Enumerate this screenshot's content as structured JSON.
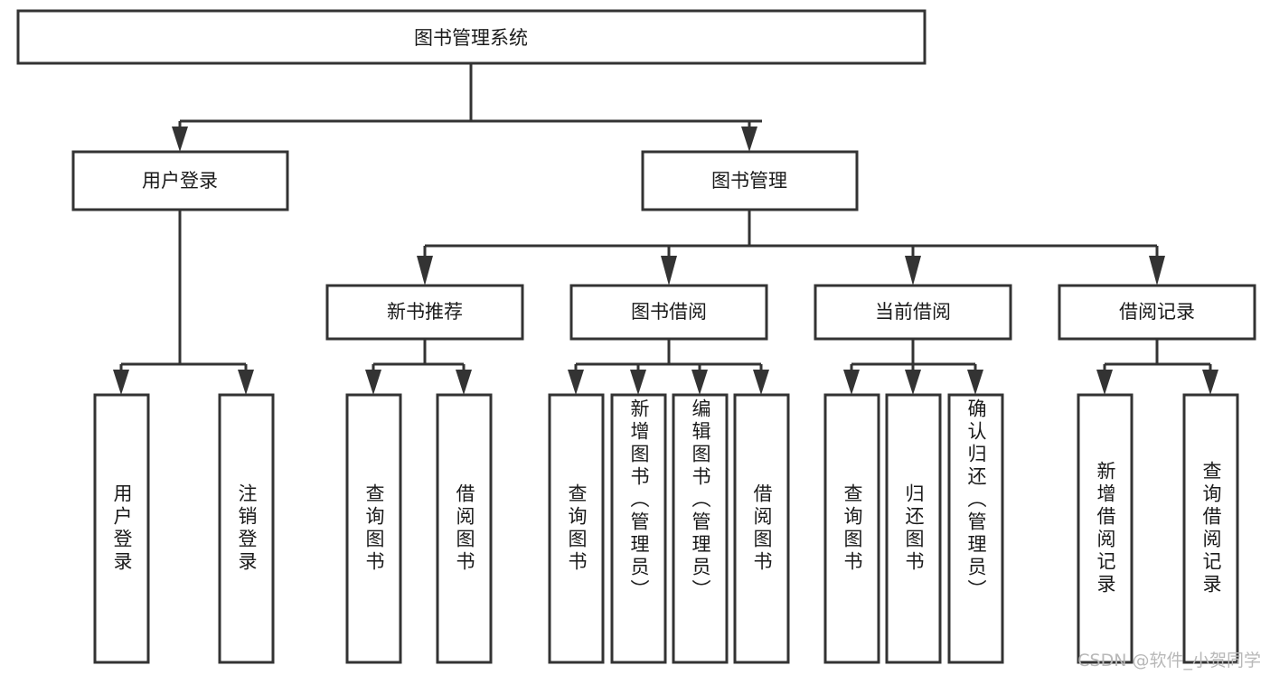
{
  "diagram": {
    "title": "图书管理系统",
    "type": "hierarchy-tree",
    "root": {
      "id": "root",
      "label": "图书管理系统",
      "orientation": "horizontal"
    },
    "level2": [
      {
        "id": "user-login",
        "label": "用户登录",
        "orientation": "horizontal"
      },
      {
        "id": "book-management",
        "label": "图书管理",
        "orientation": "horizontal"
      }
    ],
    "level3": [
      {
        "id": "new-book-recommend",
        "label": "新书推荐",
        "orientation": "horizontal",
        "parent": "book-management"
      },
      {
        "id": "book-borrow",
        "label": "图书借阅",
        "orientation": "horizontal",
        "parent": "book-management"
      },
      {
        "id": "current-borrow",
        "label": "当前借阅",
        "orientation": "horizontal",
        "parent": "book-management"
      },
      {
        "id": "borrow-record",
        "label": "借阅记录",
        "orientation": "horizontal",
        "parent": "book-management"
      }
    ],
    "leaves": [
      {
        "id": "leaf-user-login",
        "label": "用户登录",
        "orientation": "vertical",
        "parent": "user-login"
      },
      {
        "id": "leaf-logout-login",
        "label": "注销登录",
        "orientation": "vertical",
        "parent": "user-login"
      },
      {
        "id": "leaf-query-book-1",
        "label": "查询图书",
        "orientation": "vertical",
        "parent": "new-book-recommend"
      },
      {
        "id": "leaf-borrow-book-1",
        "label": "借阅图书",
        "orientation": "vertical",
        "parent": "new-book-recommend"
      },
      {
        "id": "leaf-query-book-2",
        "label": "查询图书",
        "orientation": "vertical",
        "parent": "book-borrow"
      },
      {
        "id": "leaf-add-book",
        "label": "新增图书（管理员）",
        "orientation": "vertical",
        "parent": "book-borrow"
      },
      {
        "id": "leaf-edit-book",
        "label": "编辑图书（管理员）",
        "orientation": "vertical",
        "parent": "book-borrow"
      },
      {
        "id": "leaf-borrow-book-2",
        "label": "借阅图书",
        "orientation": "vertical",
        "parent": "book-borrow"
      },
      {
        "id": "leaf-query-book-3",
        "label": "查询图书",
        "orientation": "vertical",
        "parent": "current-borrow"
      },
      {
        "id": "leaf-return-book",
        "label": "归还图书",
        "orientation": "vertical",
        "parent": "current-borrow"
      },
      {
        "id": "leaf-confirm-return",
        "label": "确认归还（管理员）",
        "orientation": "vertical",
        "parent": "current-borrow"
      },
      {
        "id": "leaf-add-record",
        "label": "新增借阅记录",
        "orientation": "vertical",
        "parent": "borrow-record"
      },
      {
        "id": "leaf-query-record",
        "label": "查询借阅记录",
        "orientation": "vertical",
        "parent": "borrow-record"
      }
    ],
    "colors": {
      "box_stroke": "#333333",
      "box_fill": "#ffffff",
      "text": "#1a1a1a",
      "connector": "#333333",
      "watermark": "#b8b8b8",
      "background": "#ffffff"
    }
  },
  "watermark": {
    "text": "CSDN @软件_小贺同学"
  }
}
